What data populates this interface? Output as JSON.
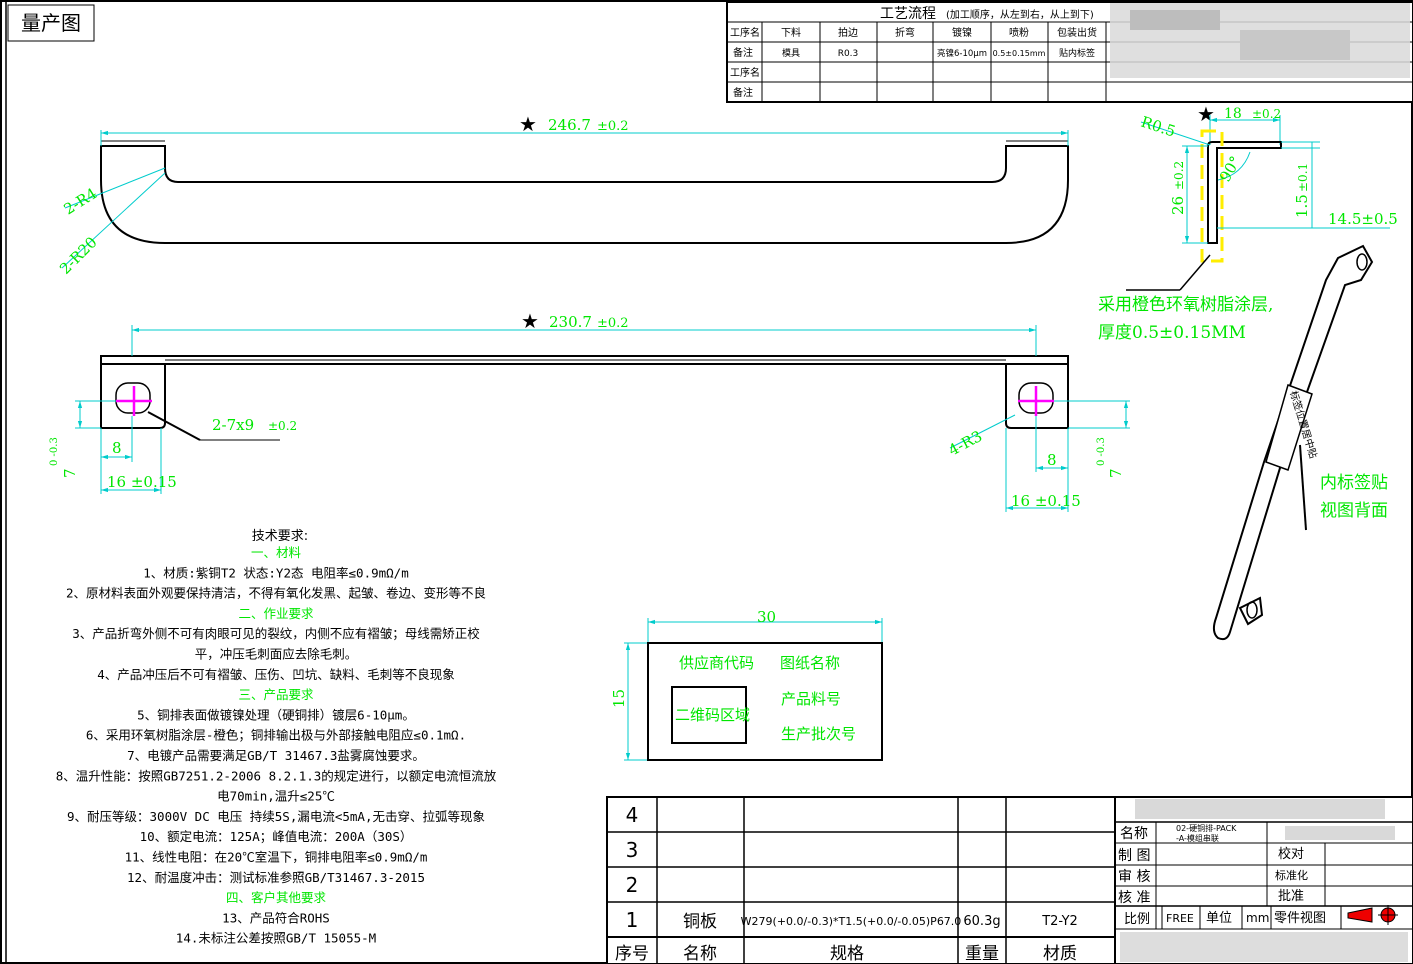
{
  "sheet_title": "量产图",
  "process": {
    "title": "工艺流程",
    "title_note": "(加工顺序，从左到右，从上到下)",
    "row_labels": [
      "工序名",
      "备注",
      "工序名",
      "备注"
    ],
    "steps": [
      "下料",
      "拍边",
      "折弯",
      "镀镍",
      "喷粉",
      "包装出货"
    ],
    "notes": [
      "模具",
      "R0.3",
      "",
      "亮镍6-10μm",
      "0.5±0.15mm",
      "贴内标签"
    ]
  },
  "top_view": {
    "length": "246.7",
    "tol": "±0.2",
    "r_inner": "2-R4",
    "r_outer": "2-R20"
  },
  "front_view": {
    "length": "230.7",
    "tol": "±0.2",
    "hole": "2-7x9",
    "hole_tol": "±0.2",
    "corner": "4-R3",
    "dim_8": "8",
    "dim_16": "16 ±0.15",
    "dim_7_a": "7",
    "dim_7_tol_a": "0 -0.3",
    "dim_7_b": "7",
    "dim_7_tol_b": "0 -0.3"
  },
  "side_view": {
    "width": "18",
    "width_tol": "±0.2",
    "radius": "R0.5",
    "height": "26",
    "height_tol": "±0.2",
    "angle": "90°",
    "thick": "1.5",
    "thick_tol": "±0.1",
    "offset": "14.5±0.5",
    "coating_note_1": "采用橙色环氧树脂涂层,",
    "coating_note_2": "厚度0.5±0.15MM"
  },
  "iso_view": {
    "label_text": "标签位置居中贴",
    "label_note_1": "内标签贴",
    "label_note_2": "视图背面"
  },
  "tech": {
    "title": "技术要求:",
    "lines": [
      {
        "t": "一、材料",
        "c": "#00e600"
      },
      {
        "t": "1、材质:紫铜T2   状态:Y2态  电阻率≤0.9mΩ/m",
        "c": "#000"
      },
      {
        "t": "2、原材料表面外观要保持清洁，不得有氧化发黑、起皱、卷边、变形等不良",
        "c": "#000"
      },
      {
        "t": "二、作业要求",
        "c": "#00e600"
      },
      {
        "t": "3、产品折弯外侧不可有肉眼可见的裂纹，内侧不应有褶皱；母线需矫正校",
        "c": "#000"
      },
      {
        "t": "平，冲压毛刺面应去除毛刺。",
        "c": "#000"
      },
      {
        "t": "4、产品冲压后不可有褶皱、压伤、凹坑、缺料、毛刺等不良现象",
        "c": "#000"
      },
      {
        "t": "三、产品要求",
        "c": "#00e600"
      },
      {
        "t": "5、铜排表面做镀镍处理（硬铜排）镀层6-10μm。",
        "c": "#000"
      },
      {
        "t": "6、采用环氧树脂涂层-橙色；铜排输出极与外部接触电阻应≤0.1mΩ.",
        "c": "#000"
      },
      {
        "t": "7、电镀产品需要满足GB/T 31467.3盐雾腐蚀要求。",
        "c": "#000"
      },
      {
        "t": "8、温升性能：按照GB7251.2-2006 8.2.1.3的规定进行，以额定电流恒流放",
        "c": "#000"
      },
      {
        "t": "电70min,温升≤25℃",
        "c": "#000"
      },
      {
        "t": "9、耐压等级：3000V DC 电压 持续5S,漏电流<5mA,无击穿、拉弧等现象",
        "c": "#000"
      },
      {
        "t": "10、额定电流：125A；峰值电流：200A（30S）",
        "c": "#000"
      },
      {
        "t": "11、线性电阻：在20℃室温下，铜排电阻率≤0.9mΩ/m",
        "c": "#000"
      },
      {
        "t": "12、耐温度冲击：测试标准参照GB/T31467.3-2015",
        "c": "#000"
      },
      {
        "t": "四、客户其他要求",
        "c": "#00e600"
      },
      {
        "t": "13、产品符合ROHS",
        "c": "#000"
      },
      {
        "t": "14.未标注公差按照GB/T 15055-M",
        "c": "#000"
      }
    ]
  },
  "label_box": {
    "w": "30",
    "h": "15",
    "supplier": "供应商代码",
    "drawing_name": "图纸名称",
    "qr": "二维码区域",
    "part_no": "产品料号",
    "batch": "生产批次号"
  },
  "bom": {
    "rows": [
      {
        "no": "4",
        "name": "",
        "spec": "",
        "weight": "",
        "material": ""
      },
      {
        "no": "3",
        "name": "",
        "spec": "",
        "weight": "",
        "material": ""
      },
      {
        "no": "2",
        "name": "",
        "spec": "",
        "weight": "",
        "material": ""
      },
      {
        "no": "1",
        "name": "铜板",
        "spec": "W279(+0.0/-0.3)*T1.5(+0.0/-0.05)P67.0",
        "weight": "60.3g",
        "material": "T2-Y2"
      }
    ],
    "headers": {
      "no": "序号",
      "name": "名称",
      "spec": "规格",
      "weight": "重量",
      "material": "材质"
    }
  },
  "title_block": {
    "name_label": "名称",
    "name_value_1": "02-硬铜排-PACK",
    "name_value_2": "-A-模组串联",
    "draw": "制 图",
    "check": "校对",
    "review": "审 核",
    "standard": "标准化",
    "approve_label": "核 准",
    "approve": "批准",
    "scale_label": "比例",
    "scale": "FREE",
    "unit_label": "单位",
    "unit": "mm",
    "view_label": "零件视图"
  }
}
